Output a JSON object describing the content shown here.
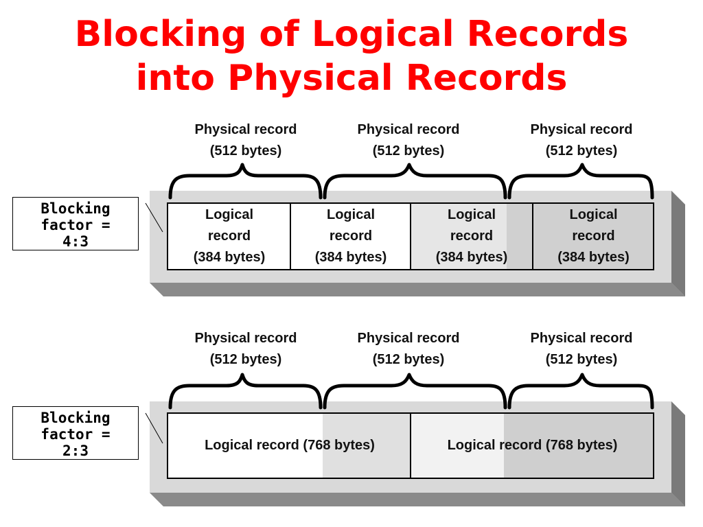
{
  "title": {
    "line1": "Blocking of Logical Records",
    "line2": "into Physical Records"
  },
  "diagram1": {
    "factor_line1": "Blocking",
    "factor_line2": "factor =",
    "factor_line3": "4:3",
    "physical_records": [
      {
        "line1": "Physical record",
        "line2": "(512 bytes)"
      },
      {
        "line1": "Physical record",
        "line2": "(512 bytes)"
      },
      {
        "line1": "Physical record",
        "line2": "(512 bytes)"
      }
    ],
    "logical_records": [
      {
        "line1": "Logical",
        "line2": "record",
        "line3": "(384 bytes)"
      },
      {
        "line1": "Logical",
        "line2": "record",
        "line3": "(384 bytes)"
      },
      {
        "line1": "Logical",
        "line2": "record",
        "line3": "(384 bytes)"
      },
      {
        "line1": "Logical",
        "line2": "record",
        "line3": "(384 bytes)"
      }
    ]
  },
  "diagram2": {
    "factor_line1": "Blocking",
    "factor_line2": "factor =",
    "factor_line3": "2:3",
    "physical_records": [
      {
        "line1": "Physical record",
        "line2": "(512 bytes)"
      },
      {
        "line1": "Physical record",
        "line2": "(512 bytes)"
      },
      {
        "line1": "Physical record",
        "line2": "(512 bytes)"
      }
    ],
    "logical_records": [
      {
        "line1": "Logical record (768 bytes)"
      },
      {
        "line1": "Logical record (768 bytes)"
      }
    ]
  },
  "colors": {
    "title": "#ff0000",
    "track_face": "#d9d9d9",
    "track_shadow": "#7f7f7f",
    "shade": "#d4d4d4",
    "ink": "#000000"
  }
}
